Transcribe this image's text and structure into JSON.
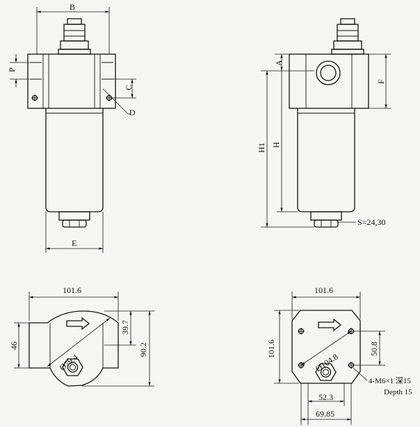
{
  "front_view": {
    "dim_b": "B",
    "dim_p": "P",
    "dim_c": "C",
    "dim_d": "D",
    "dim_e": "E"
  },
  "side_view": {
    "dim_a": "A",
    "dim_f": "F",
    "dim_h1": "H1",
    "dim_h": "H",
    "hex_size": "S=24,30"
  },
  "bottom_left_view": {
    "width": "101.6",
    "height_39_7": "39.7",
    "height_90_2": "90.2",
    "height_46": "46",
    "diameter": "Ø79.4"
  },
  "bottom_right_view": {
    "width": "101.6",
    "height_101_6": "101.6",
    "height_50_8": "50.8",
    "diameter": "Ø104.8",
    "bolt_note_cn": "4-M6×1 深15",
    "bolt_note_en": "Depth 15",
    "dim_52_3": "52.3",
    "dim_69_85": "69.85"
  }
}
